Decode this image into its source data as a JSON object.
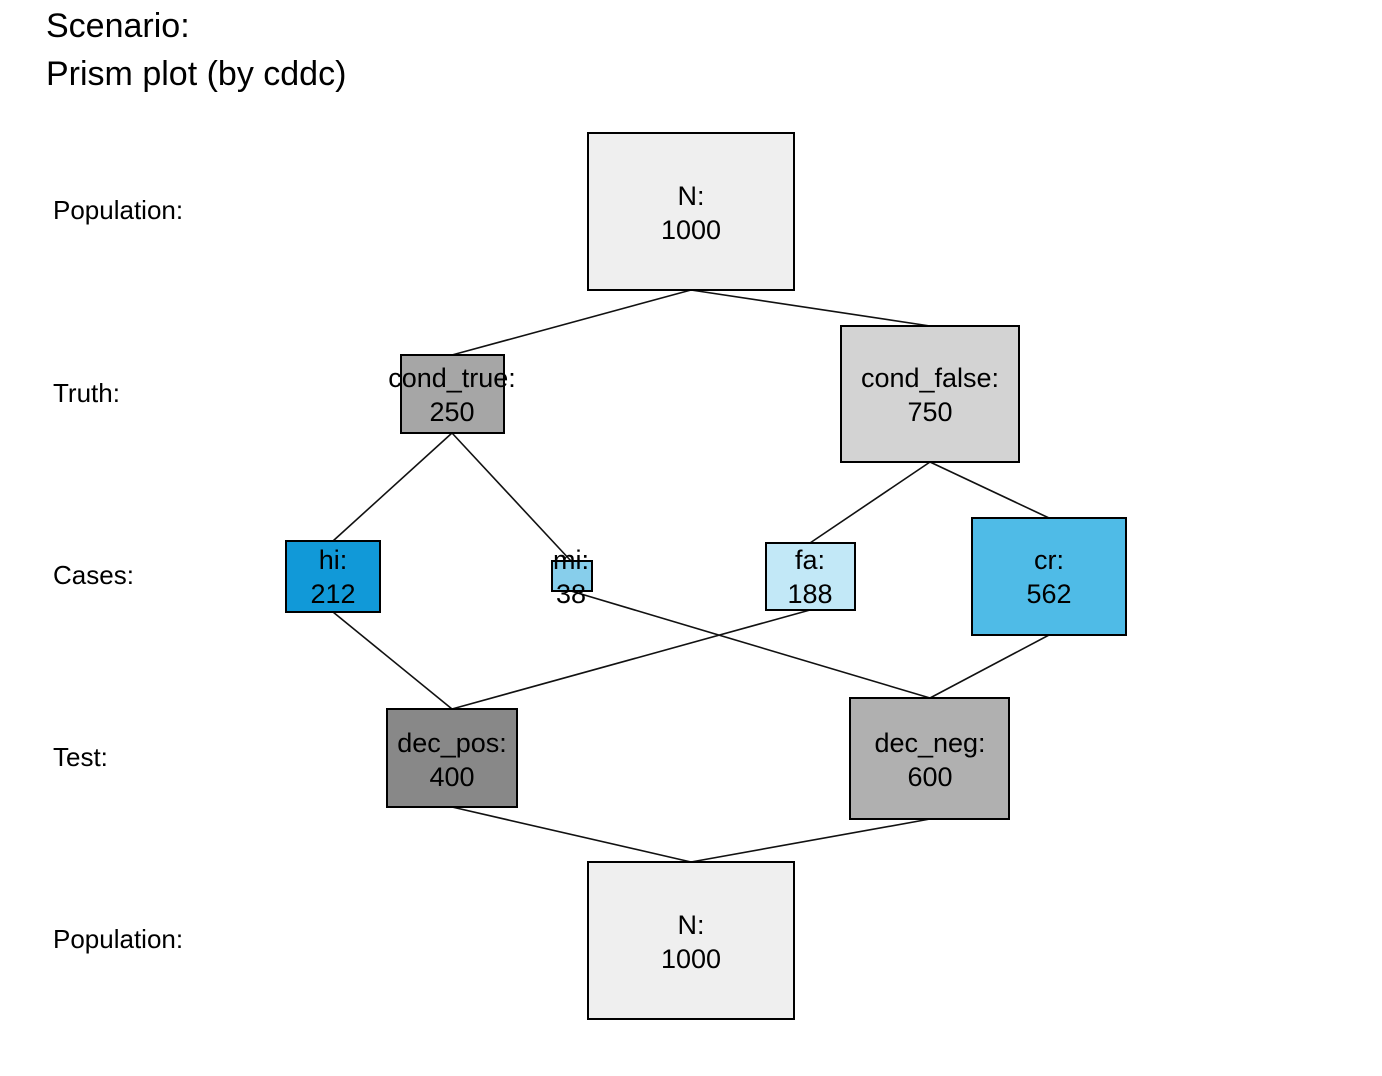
{
  "title": {
    "line1": "Scenario:",
    "line2": "Prism plot (by cddc)"
  },
  "row_labels": {
    "population_top": "Population:",
    "truth": "Truth:",
    "cases": "Cases:",
    "test": "Test:",
    "population_bottom": "Population:"
  },
  "nodes": {
    "n_top": {
      "label": "N:",
      "value": "1000",
      "color": "#efefef"
    },
    "cond_true": {
      "label": "cond_true:",
      "value": "250",
      "color": "#a6a6a6"
    },
    "cond_false": {
      "label": "cond_false:",
      "value": "750",
      "color": "#d3d3d3"
    },
    "hi": {
      "label": "hi:",
      "value": "212",
      "color": "#1199d8"
    },
    "mi": {
      "label": "mi:",
      "value": "38",
      "color": "#87ceeb"
    },
    "fa": {
      "label": "fa:",
      "value": "188",
      "color": "#c2e8f7"
    },
    "cr": {
      "label": "cr:",
      "value": "562",
      "color": "#4fbbe7"
    },
    "dec_pos": {
      "label": "dec_pos:",
      "value": "400",
      "color": "#888888"
    },
    "dec_neg": {
      "label": "dec_neg:",
      "value": "600",
      "color": "#b0b0b0"
    },
    "n_bottom": {
      "label": "N:",
      "value": "1000",
      "color": "#efefef"
    }
  }
}
